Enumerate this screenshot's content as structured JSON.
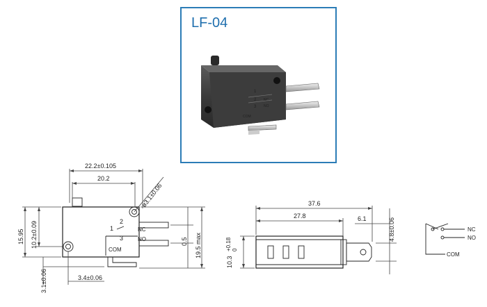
{
  "product": {
    "model": "LF-04"
  },
  "photo_markings": {
    "num1": "1",
    "nc": "NC",
    "num2": "2",
    "no": "NO",
    "num3": "3",
    "com": "COM"
  },
  "front_view": {
    "overall_width": "22.2±0.105",
    "hole_spacing": "20.2",
    "hole_diameter": "ø3.1±0.06",
    "body_height": "15.95",
    "hole_offset": "10.2±0.09",
    "terminal_gap": "0.5",
    "max_height": "19.5  max",
    "bottom_offset": "3.1±0.06",
    "hole_edge_offset": "3.4±0.06",
    "label_1": "1",
    "label_2": "2",
    "label_3": "3",
    "label_nc": "NC",
    "label_no": "NO",
    "label_com": "COM"
  },
  "side_view": {
    "total_length": "37.6",
    "body_length": "27.8",
    "terminal_length": "6.1",
    "terminal_width": "4.8±0.06",
    "thickness": "10.3",
    "thickness_tol_upper": "+0.18",
    "thickness_tol_lower": "0"
  },
  "circuit": {
    "nc": "NC",
    "no": "NO",
    "com": "COM"
  }
}
